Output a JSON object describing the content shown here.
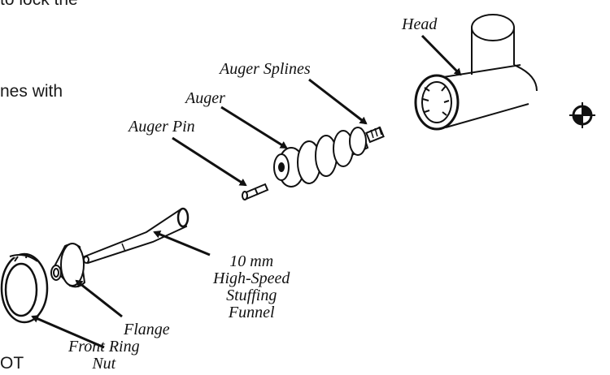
{
  "text_fragments": {
    "top": "to lock the",
    "middle": "nes with",
    "bottom": "OT"
  },
  "labels": {
    "head": "Head",
    "auger_splines": "Auger Splines",
    "auger": "Auger",
    "auger_pin": "Auger Pin",
    "funnel_line1": "10 mm",
    "funnel_line2": "High-Speed",
    "funnel_line3": "Stuffing",
    "funnel_line4": "Funnel",
    "flange": "Flange",
    "front_ring_nut_line1": "Front Ring",
    "front_ring_nut_line2": "Nut"
  },
  "icons": {
    "registration_mark": "crosshair-target-icon"
  },
  "colors": {
    "ink": "#111111",
    "background": "#ffffff"
  }
}
